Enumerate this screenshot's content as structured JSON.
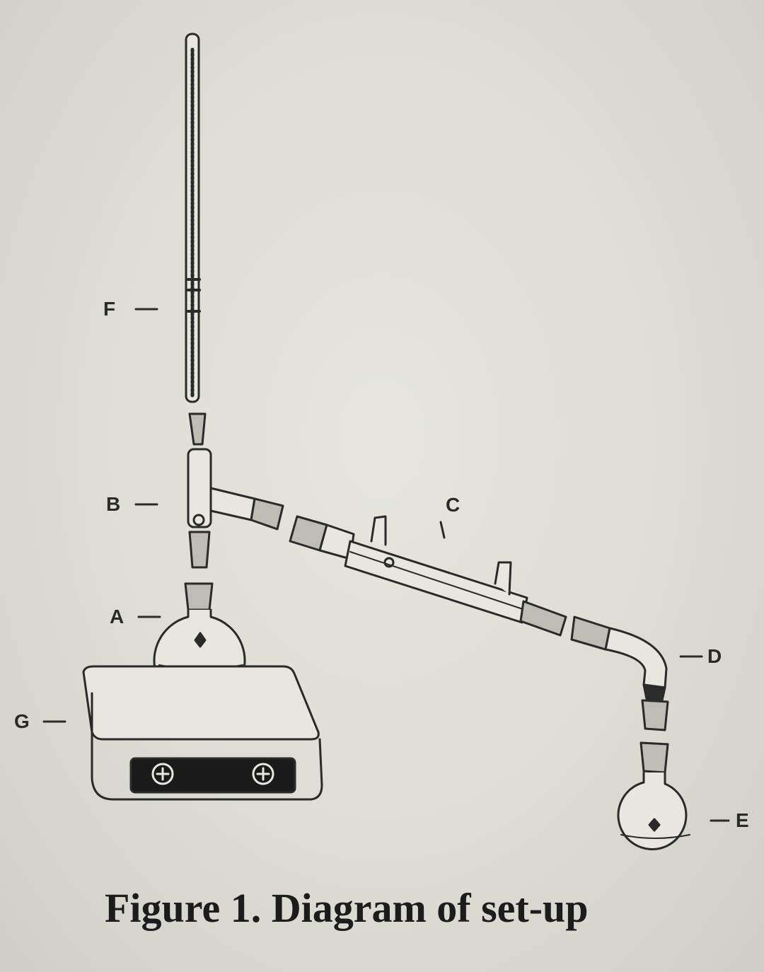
{
  "labels": {
    "A": "A",
    "B": "B",
    "C": "C",
    "D": "D",
    "E": "E",
    "F": "F",
    "G": "G"
  },
  "caption": "Figure 1. Diagram of set-up",
  "colors": {
    "ink": "#2a2a2a",
    "paper": "#e2e1db",
    "hotplate_panel": "#1a1a1a"
  }
}
